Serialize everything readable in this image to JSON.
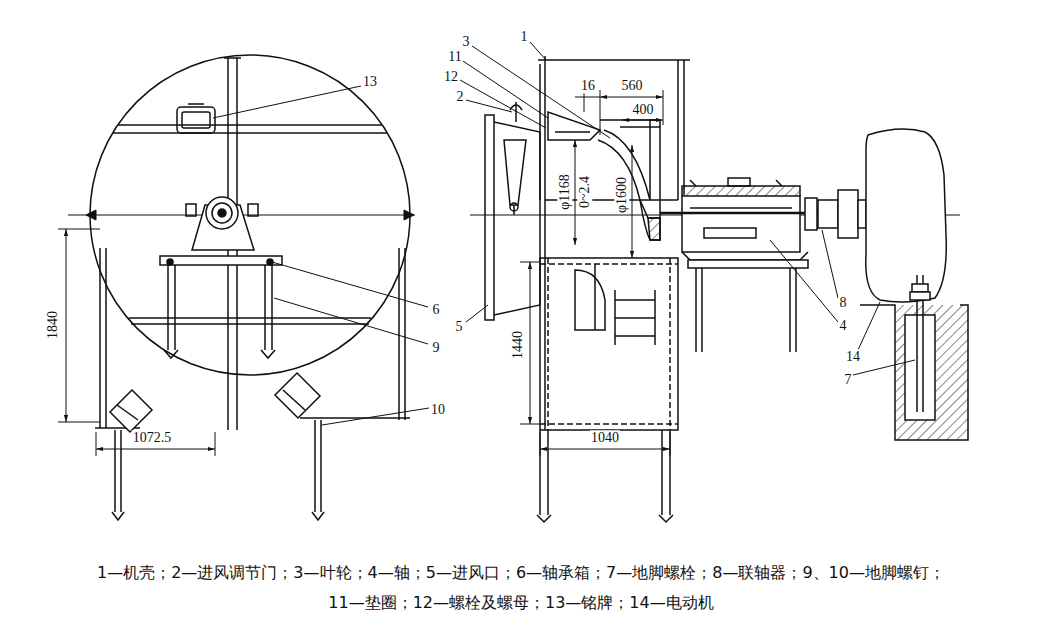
{
  "diagram": {
    "caption": "1—机壳；2—进风调节门；3—叶轮；4—轴；5—进风口；6—轴承箱；7—地脚螺栓；8—联轴器；9、10—地脚螺钉； 11—垫圈；12—螺栓及螺母；13—铭牌；14—电动机",
    "labels": [
      "13",
      "1",
      "3",
      "11",
      "12",
      "2",
      "16",
      "560",
      "400",
      "φ1168",
      "0~2.4",
      "φ1600",
      "1840",
      "6",
      "9",
      "5",
      "1440",
      "1072.5",
      "1040",
      "10",
      "8",
      "4",
      "14",
      "7"
    ]
  }
}
